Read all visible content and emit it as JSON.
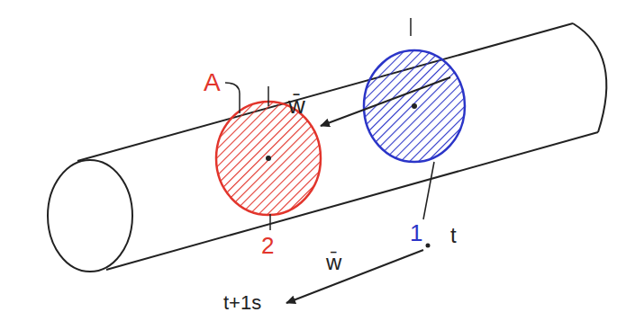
{
  "diagram": {
    "labels": [
      "A",
      "w̄",
      "1",
      "t",
      "2",
      "w̄",
      "t+1s"
    ]
  }
}
